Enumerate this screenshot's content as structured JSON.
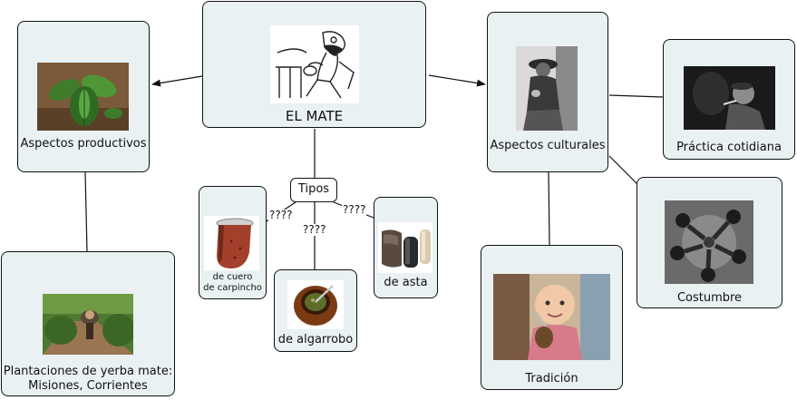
{
  "nodes": {
    "el_mate": "EL MATE",
    "aspectos_productivos": "Aspectos productivos",
    "plantaciones_line1": "Plantaciones de yerba mate:",
    "plantaciones_line2": "Misiones, Corrientes",
    "aspectos_culturales": "Aspectos culturales",
    "practica_cotidiana": "Práctica cotidiana",
    "costumbre": "Costumbre",
    "tradicion": "Tradición",
    "tipos": "Tipos",
    "cuero_line1": "de cuero",
    "cuero_line2": "de carpincho",
    "algarrobo": "de algarrobo",
    "asta": "de asta"
  },
  "edge_labels": {
    "tipos_cuero": "????",
    "tipos_algarrobo": "????",
    "tipos_asta": "????"
  },
  "icons": [
    "mate-cartoon-image",
    "yerba-leaf-image",
    "plantation-worker-image",
    "gaucho-photo-image",
    "smoking-man-photo-image",
    "circle-of-people-photo-image",
    "child-with-mate-photo-image",
    "leather-mate-image",
    "wooden-mate-image",
    "horn-mate-image"
  ],
  "colors": {
    "node_fill": "#eaf1f3",
    "node_border": "#111111",
    "line": "#111111"
  }
}
